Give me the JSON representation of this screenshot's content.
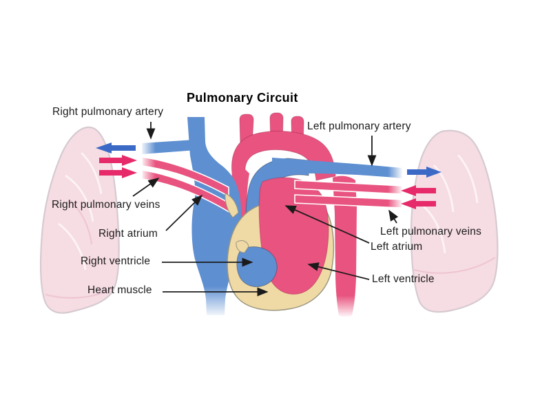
{
  "diagram": {
    "title": "Pulmonary Circuit",
    "labels": {
      "right_pulmonary_artery": "Right pulmonary artery",
      "left_pulmonary_artery": "Left pulmonary artery",
      "right_pulmonary_veins": "Right pulmonary veins",
      "right_atrium": "Right atrium",
      "right_ventricle": "Right ventricle",
      "heart_muscle": "Heart muscle",
      "left_pulmonary_veins": "Left pulmonary veins",
      "left_atrium": "Left atrium",
      "left_ventricle": "Left ventricle"
    },
    "flow_arrows": [
      {
        "name": "blue-flow-arrow-into-right-lung",
        "direction": "left"
      },
      {
        "name": "red-flow-arrow-out-of-right-lung-upper",
        "direction": "right"
      },
      {
        "name": "red-flow-arrow-out-of-right-lung-lower",
        "direction": "right"
      },
      {
        "name": "blue-flow-arrow-into-left-lung",
        "direction": "right"
      },
      {
        "name": "red-flow-arrow-out-of-left-lung-upper",
        "direction": "left"
      },
      {
        "name": "red-flow-arrow-out-of-left-lung-lower",
        "direction": "left"
      }
    ],
    "colors": {
      "background": "#ffffff",
      "label_text": "#1b1b1b",
      "title_text": "#000000",
      "oxygenated": "#e8537f",
      "deoxygenated": "#5e8fd1",
      "arrow_red": "#e62a6a",
      "arrow_blue": "#3b6ac6",
      "heart_muscle_tan": "#efdaa5",
      "lung_pink": "#f6dce3",
      "lung_outline": "#d6cad0"
    }
  }
}
